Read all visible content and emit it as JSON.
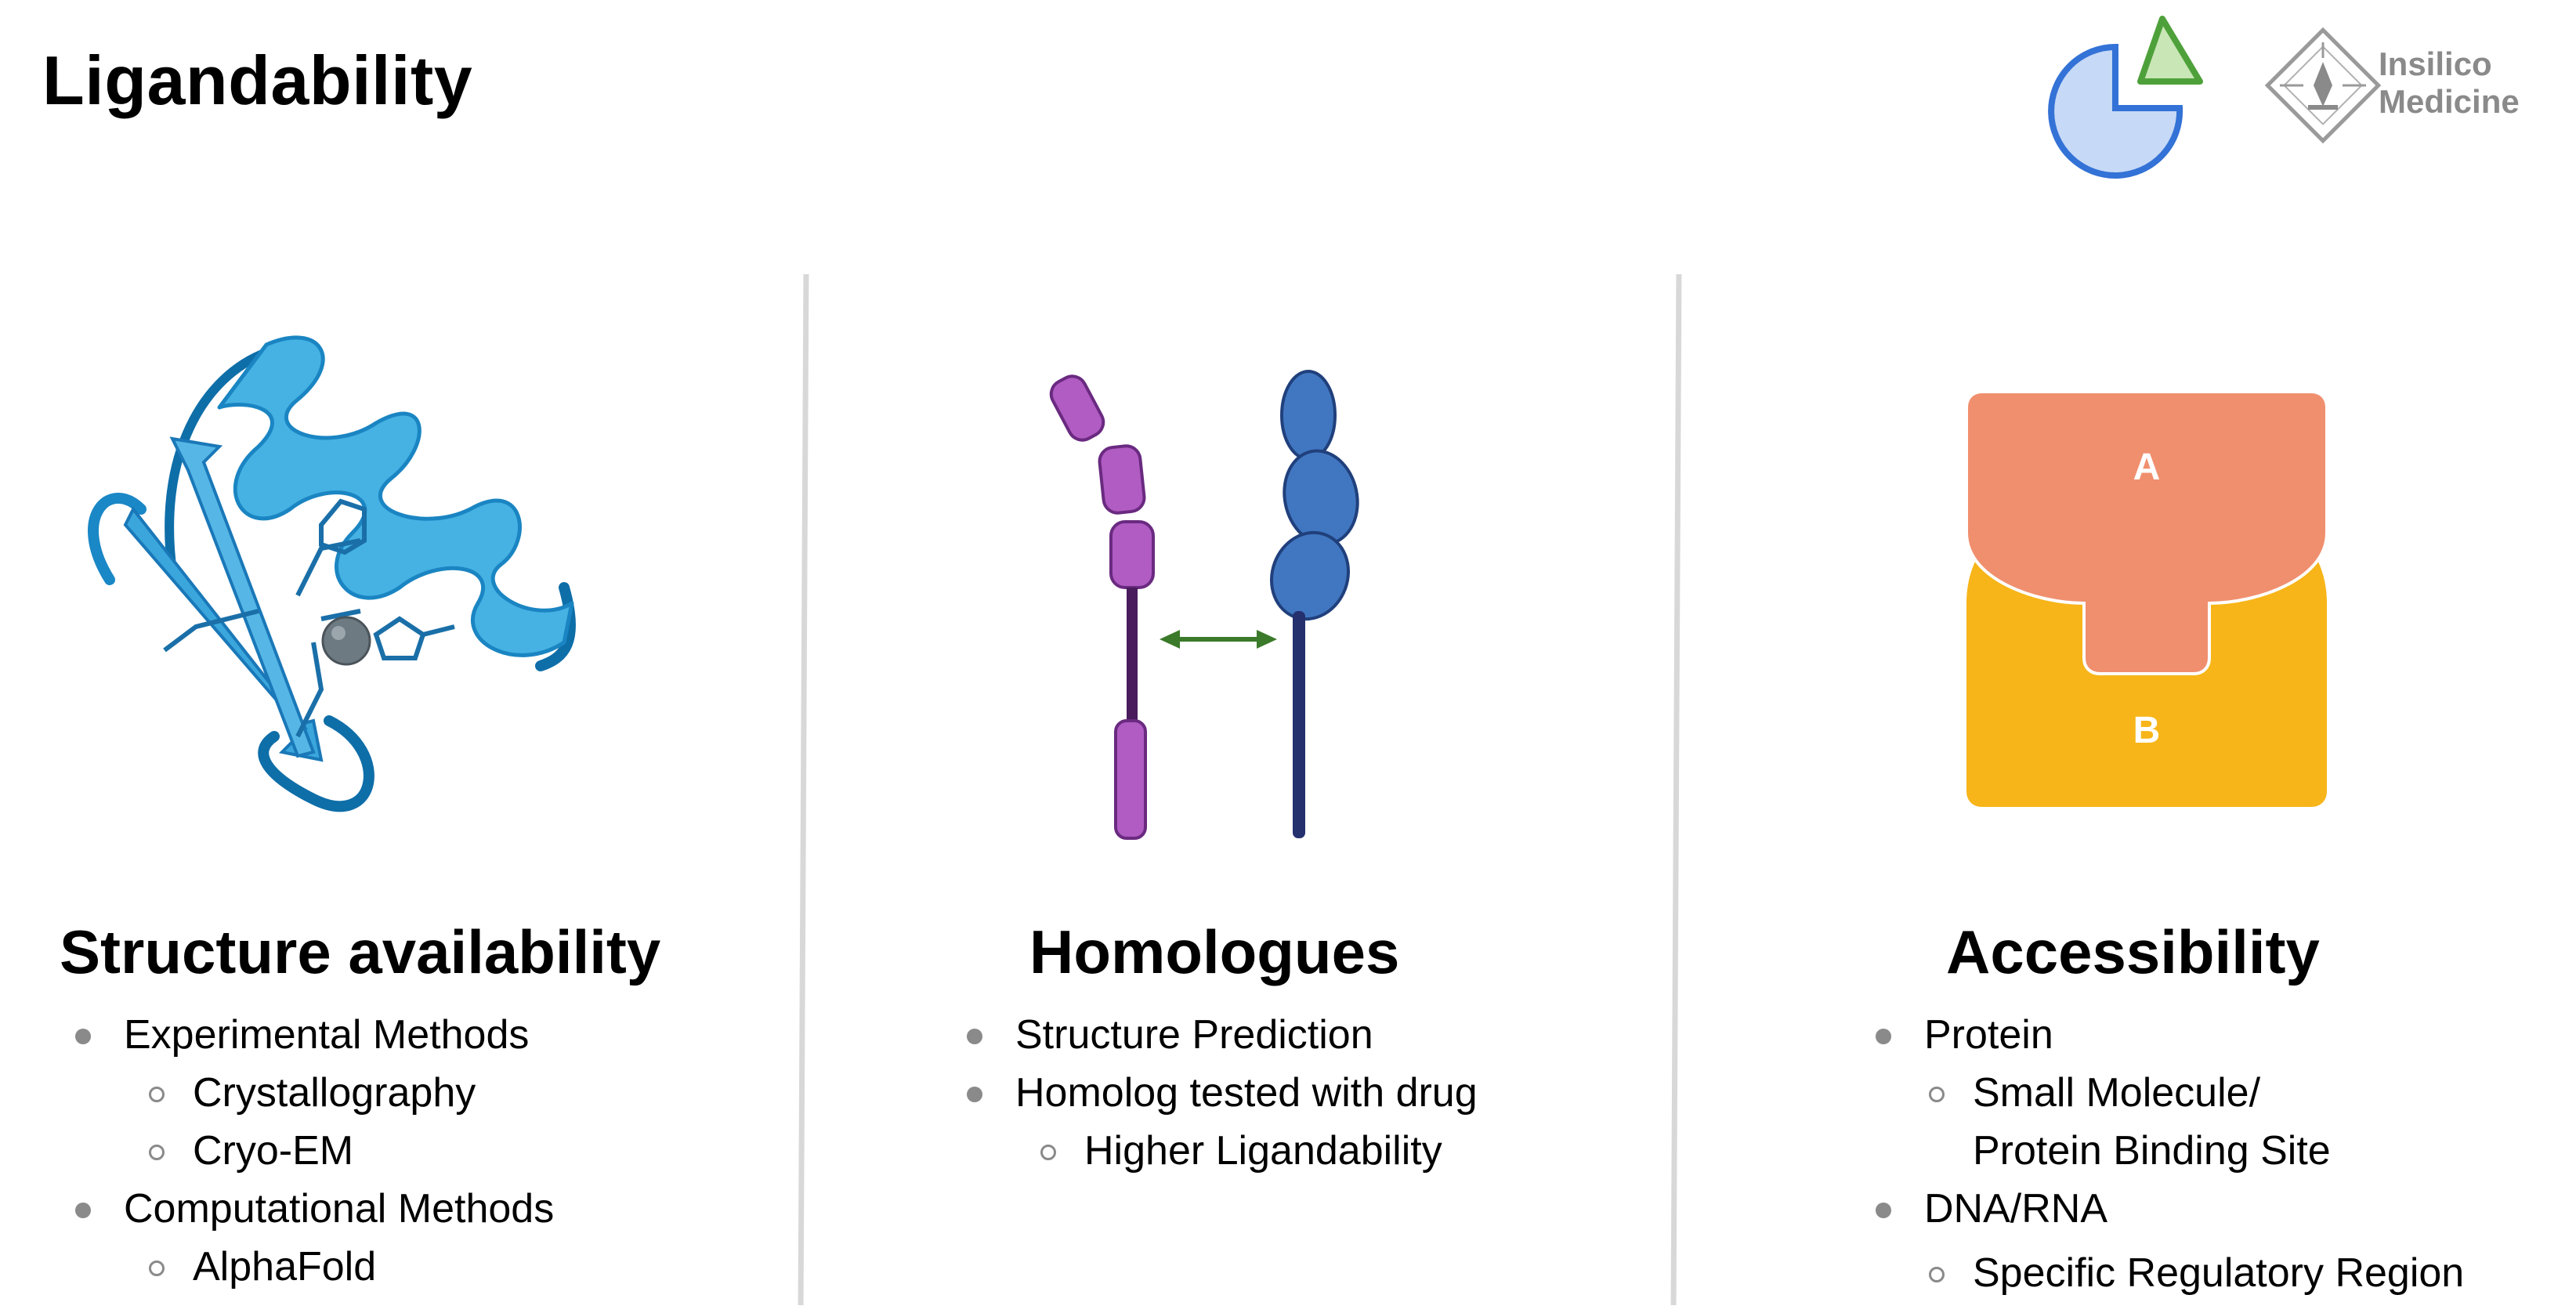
{
  "title": "Ligandability",
  "logo": {
    "line1": "Insilico",
    "line2": "Medicine"
  },
  "columns": [
    {
      "heading": "Structure availability",
      "items": [
        {
          "text": "Experimental Methods",
          "level": 1
        },
        {
          "text": "Crystallography",
          "level": 2
        },
        {
          "text": "Cryo-EM",
          "level": 2
        },
        {
          "text": "Computational Methods",
          "level": 1
        },
        {
          "text": "AlphaFold",
          "level": 2
        }
      ]
    },
    {
      "heading": "Homologues",
      "items": [
        {
          "text": "Structure Prediction",
          "level": 1
        },
        {
          "text": "Homolog tested with drug",
          "level": 1
        },
        {
          "text": "Higher Ligandability",
          "level": 2
        }
      ]
    },
    {
      "heading": "Accessibility",
      "items": [
        {
          "text": "Protein",
          "level": 1
        },
        {
          "text": "Small Molecule/",
          "level": 2
        },
        {
          "text": "Protein Binding Site",
          "level": 2,
          "continuation": true
        },
        {
          "text": "DNA/RNA",
          "level": 1
        },
        {
          "text": "Specific Regulatory Region",
          "level": 2
        }
      ]
    }
  ],
  "diagram": {
    "block_a": "A",
    "block_b": "B"
  },
  "colors": {
    "protein_blue": "#1f9bd5",
    "purple": "#b05cc3",
    "dark_blue": "#4177c1",
    "green_arrow": "#3b7a2a",
    "salmon": "#f08f6e",
    "yellow": "#f7b519",
    "logo_blue": "#c6d9f6",
    "logo_green": "#c9e6b6"
  },
  "icons": [
    "pie-logo-icon",
    "insilico-logo-icon",
    "protein-structure-icon",
    "homologue-proteins-icon",
    "binding-blocks-icon"
  ]
}
